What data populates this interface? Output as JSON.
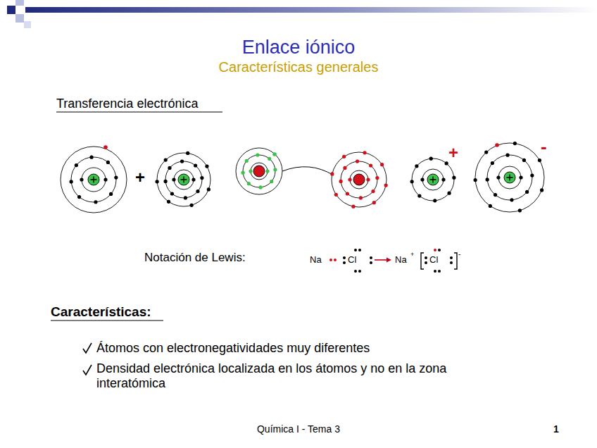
{
  "diagram": {
    "title": "Enlace iónico",
    "labels": [
      "Características generales",
      "Transferencia electrónica",
      "+",
      "+",
      "-",
      "Notación de Lewis:",
      "Na",
      "Cl",
      "Na",
      "+",
      "Cl",
      "-",
      "Características:",
      "Átomos con electronegatividades muy diferentes",
      "Densidad electrónica localizada en los átomos y no en la zona interatómica",
      "Química I - Tema 3",
      "1"
    ]
  }
}
